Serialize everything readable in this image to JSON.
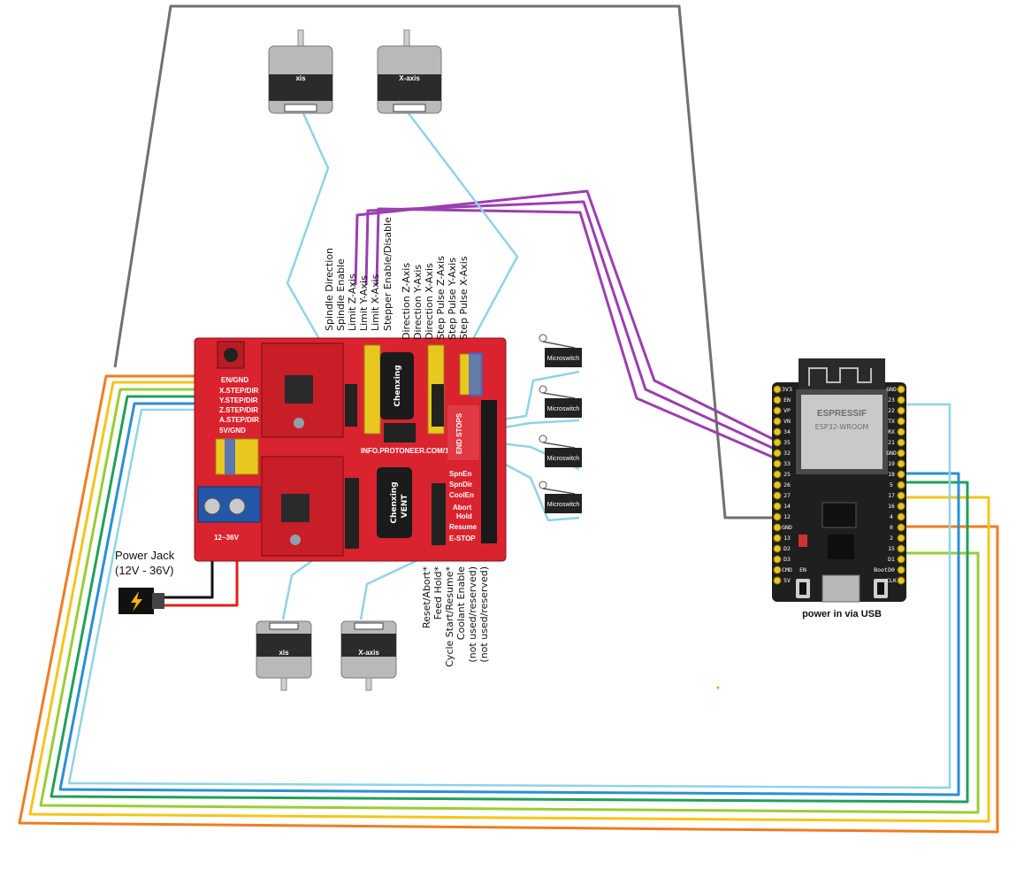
{
  "motors": {
    "top_left_label": "xis",
    "top_right_label": "X-axis",
    "bottom_left_label": "xis",
    "bottom_right_label": "X-axis"
  },
  "shield": {
    "pin_labels_top": [
      "Spindle Direction",
      "Spindle Enable",
      "Limit Z-Axis",
      "Limit Y-Axis",
      "Limit X-Axis",
      "Stepper Enable/Disable",
      "Direction Z-Axis",
      "Direction Y-Axis",
      "Direction X-Axis",
      "Step Pulse Z-Axis",
      "Step Pulse Y-Axis",
      "Step Pulse X-Axis"
    ],
    "pin_labels_bottom": [
      "Reset/Abort*",
      "Feed Hold*",
      "Cycle Start/Resume*",
      "Coolant Enable",
      "(not used/reserved)",
      "(not used/reserved)"
    ],
    "left_header_labels": [
      "EN/GND",
      "X.STEP/DIR",
      "Y.STEP/DIR",
      "Z.STEP/DIR",
      "A.STEP/DIR",
      "5V/GND"
    ],
    "endstops_label": "END STOPS",
    "right_header_labels": [
      "SpnEn",
      "SpnDir",
      "CoolEn",
      "Abort",
      "Hold",
      "Resume",
      "E-STOP"
    ],
    "voltage_label": "12~36V",
    "url_text": "INFO.PROTONEER.COM/1",
    "capacitor_brand": "Chenxing",
    "capacitor_sub": "VENT"
  },
  "switches": [
    "Microswitch",
    "Microswitch",
    "Microswitch",
    "Microswitch"
  ],
  "power_jack": {
    "line1": "Power Jack",
    "line2": "(12V - 36V)"
  },
  "esp32": {
    "brand": "ESPRESSIF",
    "module": "ESP32-WROOM",
    "left_pins": [
      "3V3",
      "EN",
      "VP",
      "VN",
      "34",
      "35",
      "32",
      "33",
      "25",
      "26",
      "27",
      "14",
      "12",
      "GND",
      "13",
      "D2",
      "D3",
      "CMD",
      "5V"
    ],
    "right_pins": [
      "GND",
      "23",
      "22",
      "TX",
      "RX",
      "21",
      "GND",
      "19",
      "18",
      "5",
      "17",
      "16",
      "4",
      "0",
      "2",
      "15",
      "D1",
      "D0",
      "CLK"
    ],
    "en_label": "EN",
    "boot_label": "Boot",
    "usb_caption": "power in via USB"
  },
  "colors": {
    "motor_wire": "#8fd3e8",
    "limit_wire": "#9b3fb0",
    "gnd_wire": "#707070",
    "shield_red": "#d9232e",
    "board_black": "#1f1f1f",
    "pin_yellow": "#e8c81f",
    "pin_blue": "#3a63d8",
    "orange_wire": "#f07c20",
    "yellow_wire": "#f5c518",
    "lime_wire": "#9acd32",
    "green_wire": "#21a05a",
    "blue_wire": "#2b8fd6"
  }
}
